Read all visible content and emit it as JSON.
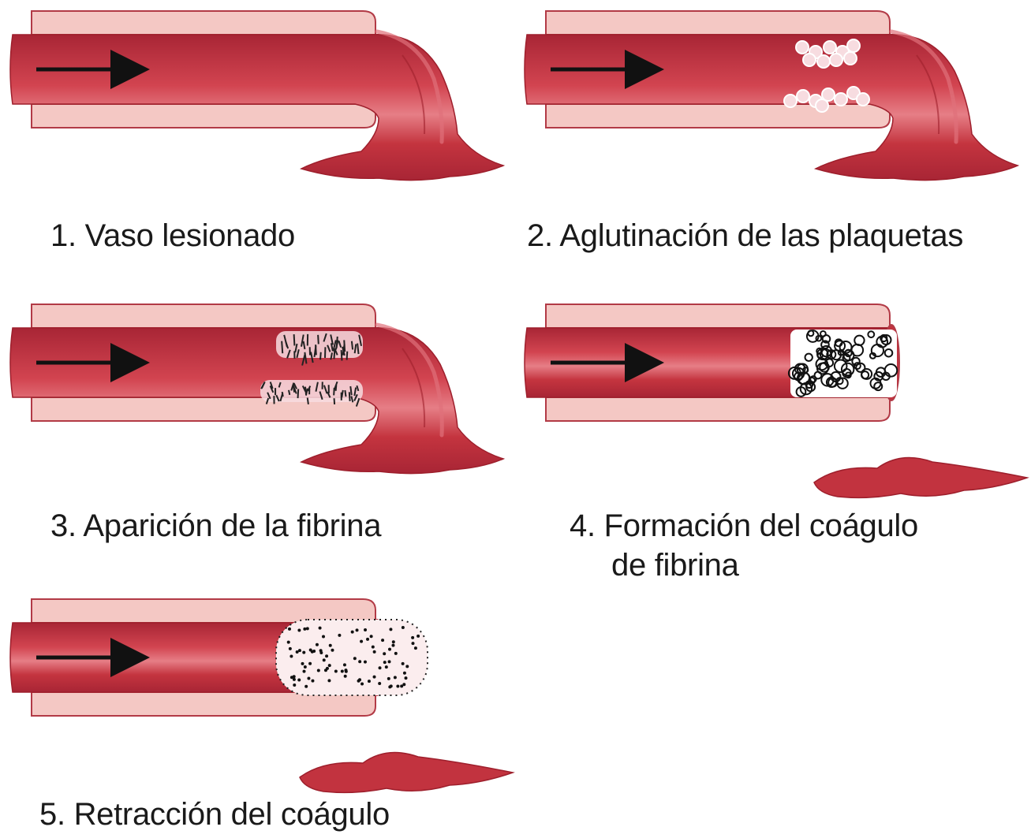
{
  "colors": {
    "vessel_wall": "#F4C8C4",
    "vessel_wall_stroke": "#B23A46",
    "blood": "#C2333F",
    "blood_highlight": "#E0707A",
    "blood_dark": "#9E1F2C",
    "arrow": "#111111",
    "platelet": "#F7DCE0"
  },
  "steps": [
    {
      "id": 1,
      "caption": "1. Vaso lesionado",
      "variant": "injured"
    },
    {
      "id": 2,
      "caption": "2. Aglutinación de las plaquetas",
      "variant": "platelets"
    },
    {
      "id": 3,
      "caption": "3. Aparición de la fibrina",
      "variant": "fibrin"
    },
    {
      "id": 4,
      "caption_line1": "4. Formación del coágulo",
      "caption_line2": "de fibrina",
      "variant": "clot"
    },
    {
      "id": 5,
      "caption": "5. Retracción del coágulo",
      "variant": "retraction"
    }
  ]
}
